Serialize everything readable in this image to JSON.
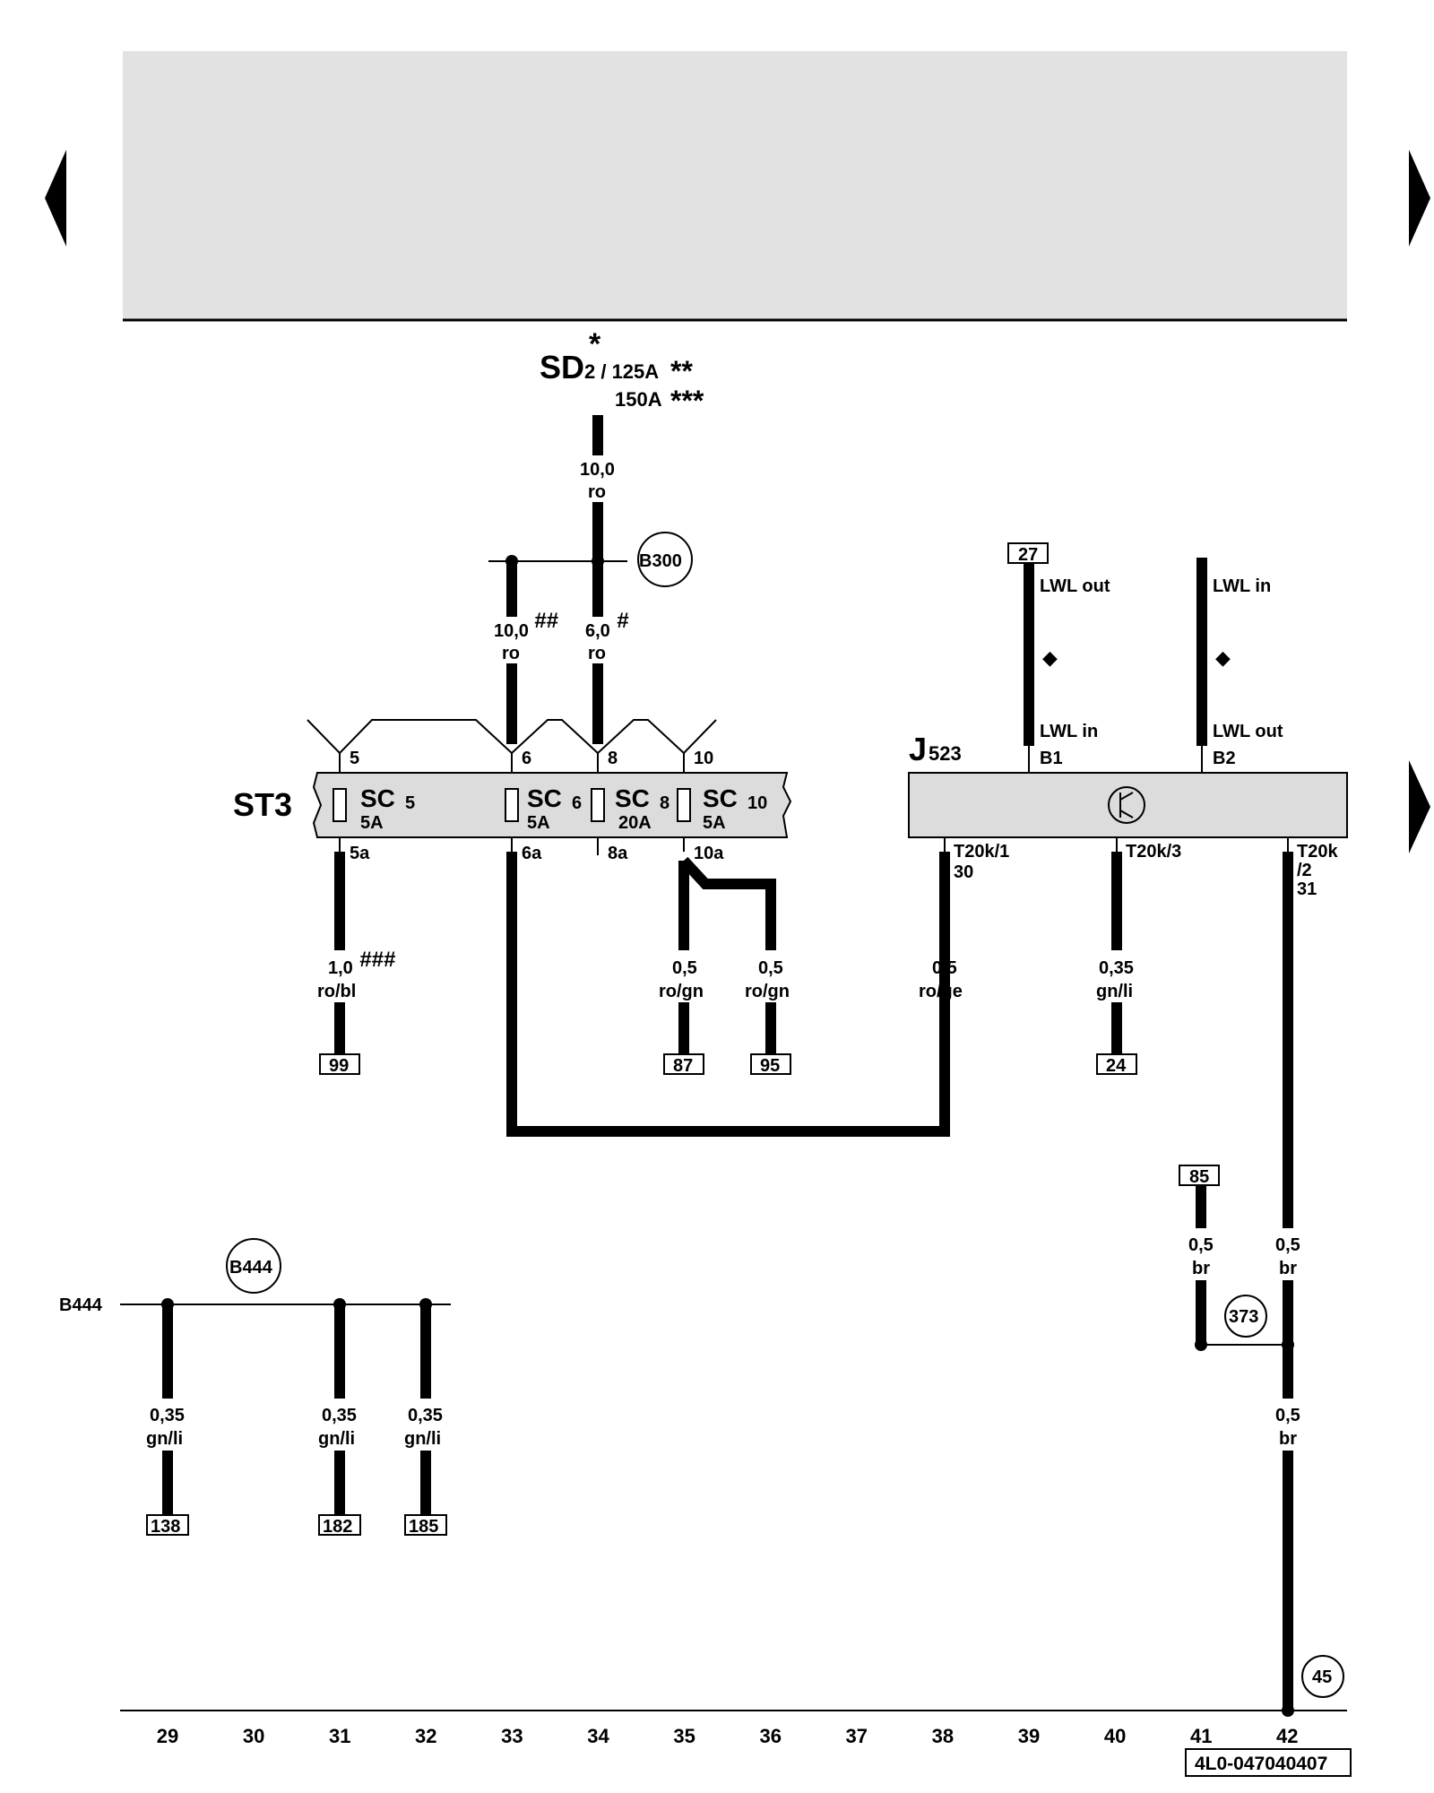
{
  "nav": {
    "prev_icon": "triangle-left-icon",
    "next_icon": "triangle-right-icon",
    "next_icon_2": "triangle-right-icon"
  },
  "fuse_source": {
    "name": "SD",
    "sub": "2 / 125A",
    "star1": "*",
    "star2": "**",
    "alt_rating": "150A",
    "star3": "***"
  },
  "fuse_holder": {
    "name": "ST3",
    "fuses": [
      {
        "label": "SC",
        "num": "5",
        "rating": "5A",
        "in_term": "5",
        "out_term": "5a"
      },
      {
        "label": "SC",
        "num": "6",
        "rating": "5A",
        "in_term": "6",
        "out_term": "6a"
      },
      {
        "label": "SC",
        "num": "8",
        "rating": "20A",
        "in_term": "8",
        "out_term": "8a"
      },
      {
        "label": "SC",
        "num": "10",
        "rating": "5A",
        "in_term": "10",
        "out_term": "10a"
      }
    ]
  },
  "connectors": {
    "b300": "B300",
    "b444": "B444",
    "b444_line": "B444",
    "c373": "373",
    "c45": "45"
  },
  "wires": {
    "main": {
      "size": "10,0",
      "color": "ro"
    },
    "sc6_in": {
      "size": "10,0",
      "mark": "##",
      "color": "ro"
    },
    "sc8_in": {
      "size": "6,0",
      "mark": "#",
      "color": "ro"
    },
    "sc5_out": {
      "size": "1,0",
      "mark": "###",
      "color": "ro/bl"
    },
    "sc10_out_a": {
      "size": "0,5",
      "color": "ro/gn"
    },
    "sc10_out_b": {
      "size": "0,5",
      "color": "ro/gn"
    },
    "j523_30": {
      "size": "0,5",
      "color": "ro/ge"
    },
    "j523_3": {
      "size": "0,35",
      "color": "gn/li"
    },
    "j523_31_a": {
      "size": "0,5",
      "color": "br"
    },
    "ref85": {
      "size": "0,5",
      "color": "br"
    },
    "j523_31_b": {
      "size": "0,5",
      "color": "br"
    },
    "b444_a": {
      "size": "0,35",
      "color": "gn/li"
    },
    "b444_b": {
      "size": "0,35",
      "color": "gn/li"
    },
    "b444_c": {
      "size": "0,35",
      "color": "gn/li"
    }
  },
  "module": {
    "name": "J",
    "sub": "523",
    "pins": {
      "b1": "B1",
      "b2": "B2",
      "t1": "T20k/1",
      "t1_sub": "30",
      "t3": "T20k/3",
      "t2a": "T20k",
      "t2b": "/2",
      "t2c": "31"
    },
    "lwl": {
      "out_top": "LWL out",
      "in_bottom": "LWL in",
      "in_top": "LWL in",
      "out_bottom": "LWL out",
      "marker": "◆"
    }
  },
  "refs": {
    "r27": "27",
    "r99": "99",
    "r87": "87",
    "r95": "95",
    "r24": "24",
    "r85": "85",
    "r138": "138",
    "r182": "182",
    "r185": "185"
  },
  "columns": [
    "29",
    "30",
    "31",
    "32",
    "33",
    "34",
    "35",
    "36",
    "37",
    "38",
    "39",
    "40",
    "41",
    "42"
  ],
  "doc_id": "4L0-047040407"
}
